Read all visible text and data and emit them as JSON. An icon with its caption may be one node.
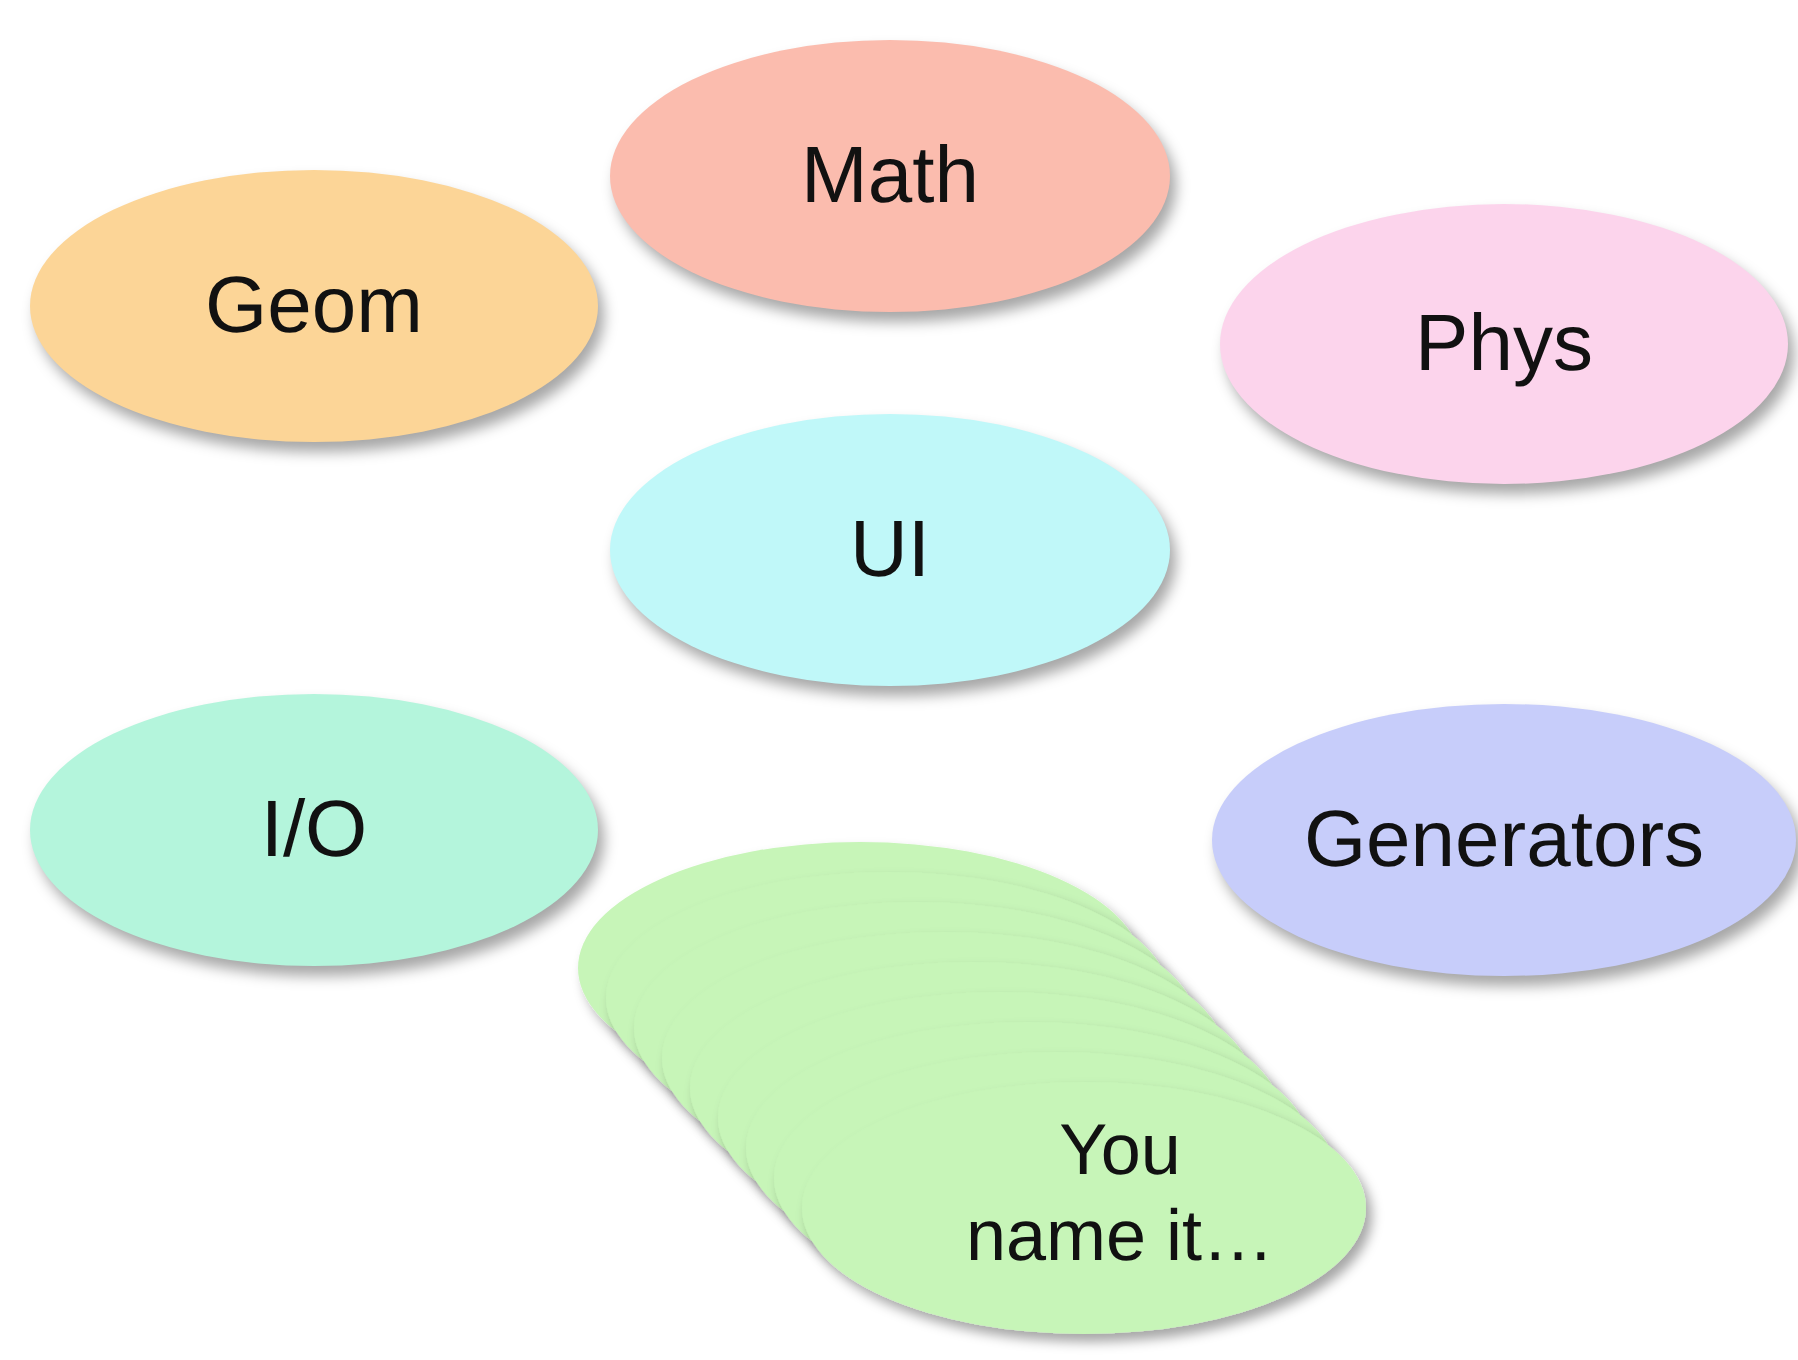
{
  "diagram": {
    "nodes": [
      {
        "text": [
          "Math"
        ]
      },
      {
        "text": [
          "Geom"
        ]
      },
      {
        "text": [
          "Phys"
        ]
      },
      {
        "text": [
          "UI"
        ]
      },
      {
        "text": [
          "I/O"
        ]
      },
      {
        "text": [
          "Generators"
        ]
      },
      {
        "text": [
          "You name it…"
        ]
      }
    ]
  }
}
